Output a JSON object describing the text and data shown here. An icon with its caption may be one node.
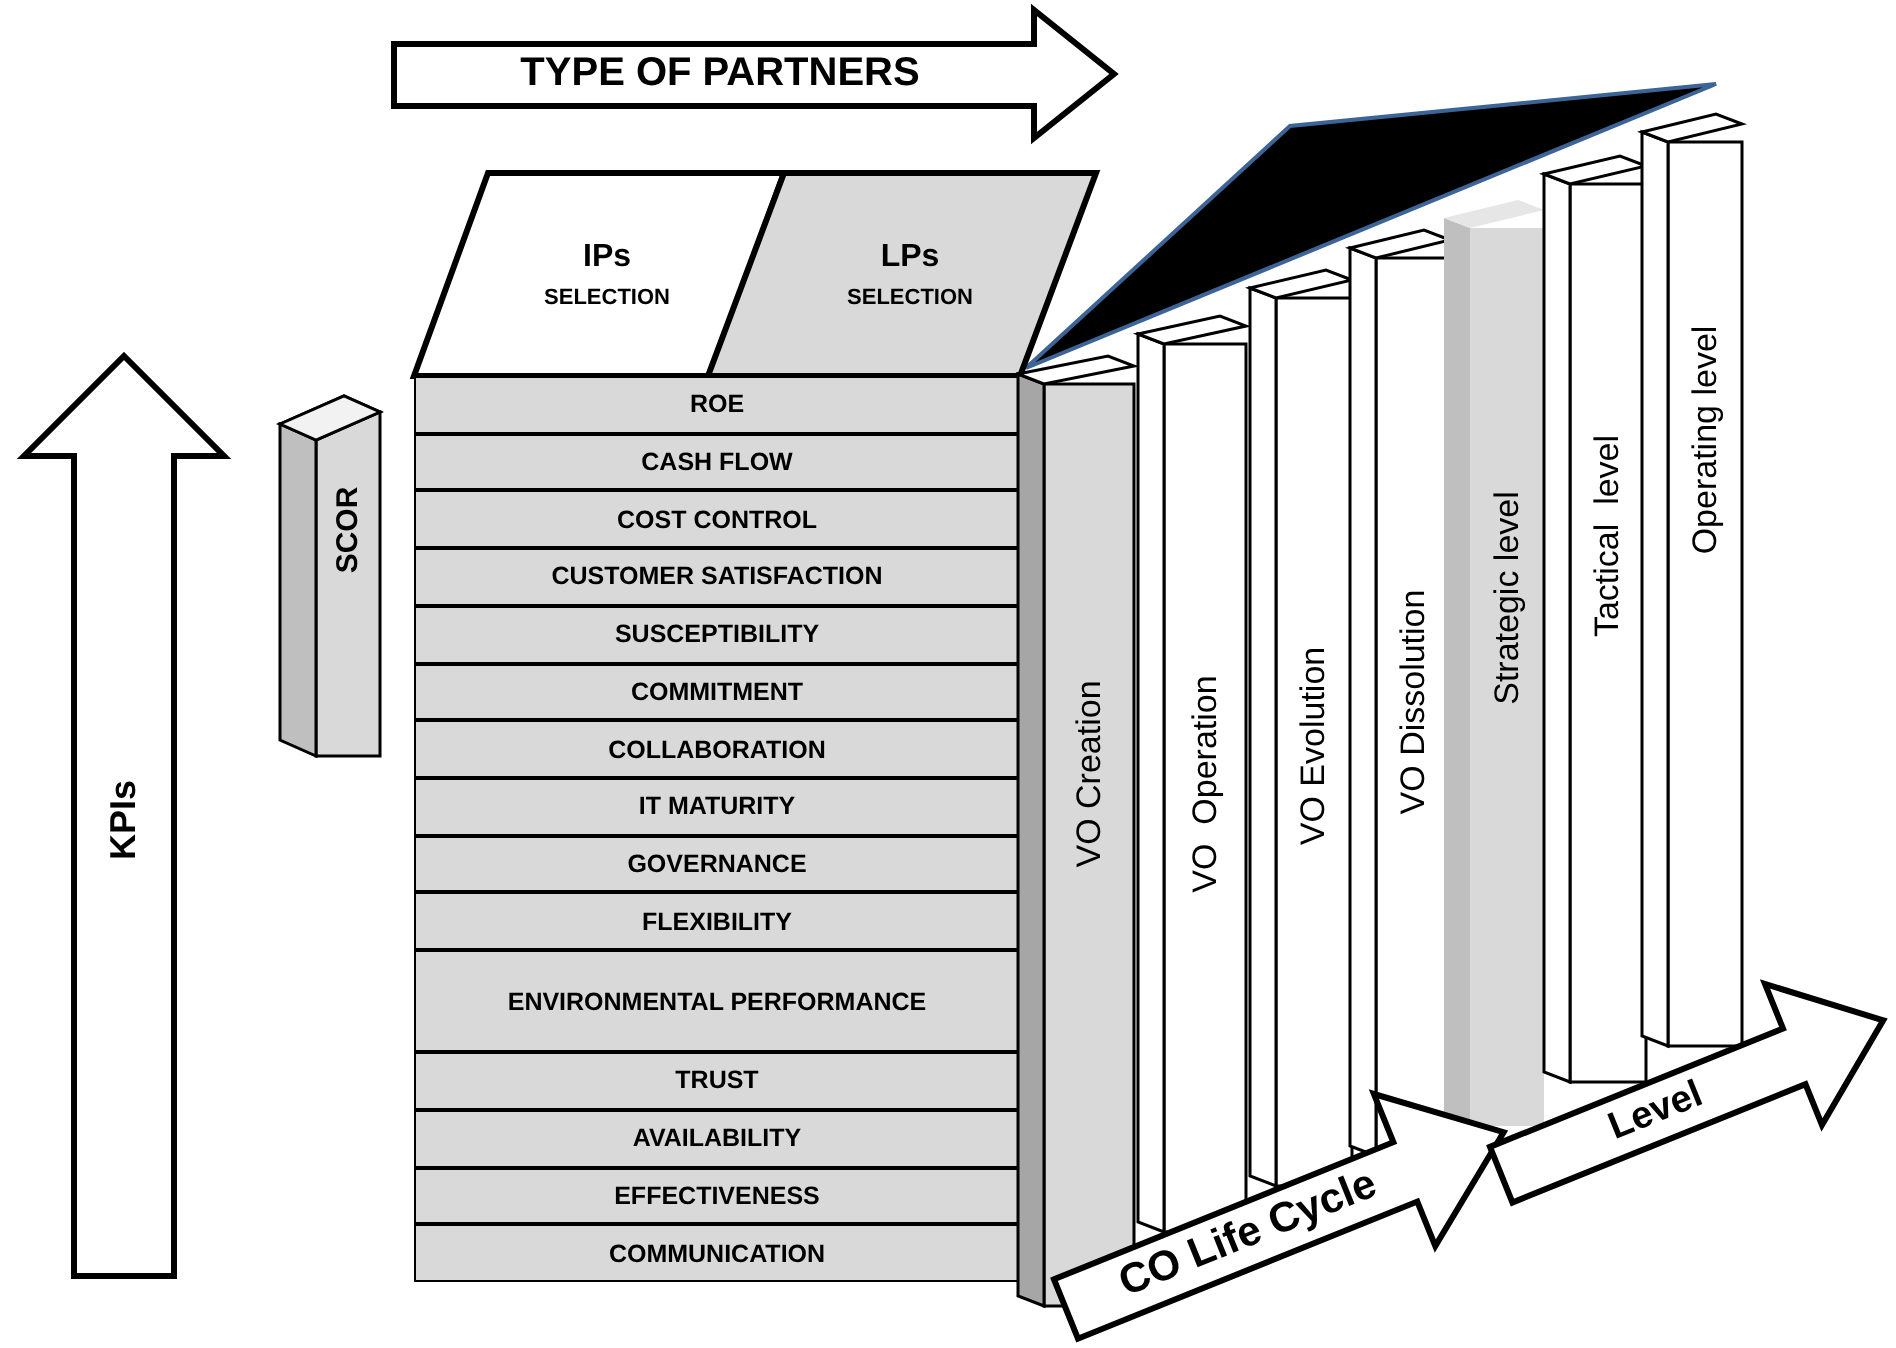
{
  "diagram": {
    "nodes": [
      {
        "text": [
          "TYPE OF PARTNERS"
        ]
      },
      {
        "text": [
          "IPs",
          "SELECTION"
        ]
      },
      {
        "text": [
          "LPs",
          "SELECTION"
        ]
      },
      {
        "text": [
          "KPIs"
        ]
      },
      {
        "text": [
          "SCOR"
        ]
      },
      {
        "text": [
          "ROE"
        ]
      },
      {
        "text": [
          "CASH FLOW"
        ]
      },
      {
        "text": [
          "COST CONTROL"
        ]
      },
      {
        "text": [
          "CUSTOMER SATISFACTION"
        ]
      },
      {
        "text": [
          "SUSCEPTIBILITY"
        ]
      },
      {
        "text": [
          "COMMITMENT"
        ]
      },
      {
        "text": [
          "COLLABORATION"
        ]
      },
      {
        "text": [
          "IT MATURITY"
        ]
      },
      {
        "text": [
          "GOVERNANCE"
        ]
      },
      {
        "text": [
          "FLEXIBILITY"
        ]
      },
      {
        "text": [
          "ENVIRONMENTAL PERFORMANCE"
        ]
      },
      {
        "text": [
          "TRUST"
        ]
      },
      {
        "text": [
          "AVAILABILITY"
        ]
      },
      {
        "text": [
          "EFFECTIVENESS"
        ]
      },
      {
        "text": [
          "COMMUNICATION"
        ]
      },
      {
        "text": [
          "VO Creation"
        ]
      },
      {
        "text": [
          "VO  Operation"
        ]
      },
      {
        "text": [
          "VO Evolution"
        ]
      },
      {
        "text": [
          "VO Dissolution"
        ]
      },
      {
        "text": [
          "Strategic level"
        ]
      },
      {
        "text": [
          "Tactical  level"
        ]
      },
      {
        "text": [
          "Operating level"
        ]
      },
      {
        "text": [
          "CO Life Cycle"
        ]
      },
      {
        "text": [
          "Level"
        ]
      }
    ]
  }
}
